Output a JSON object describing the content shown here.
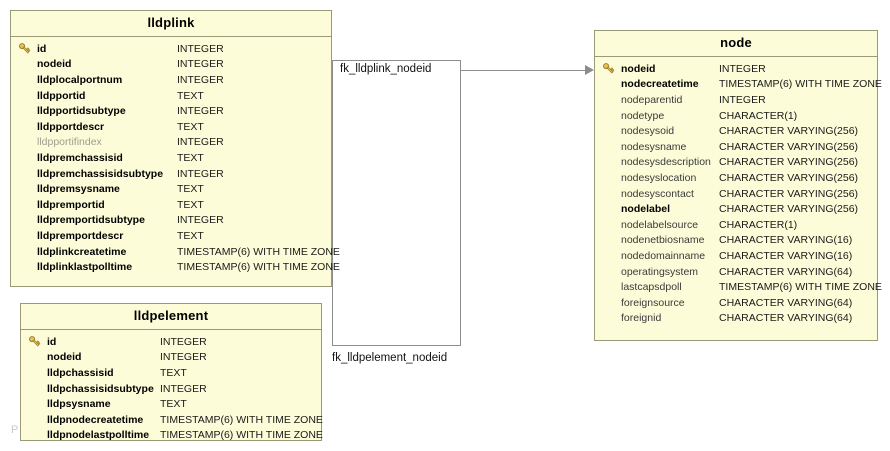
{
  "diagram": {
    "type": "entity-relationship-diagram",
    "background_color": "#ffffff",
    "entity_fill_color": "#fcfcd8",
    "entity_border_color": "#9a9a78",
    "connector_color": "#8c8c8c",
    "key_icon_color": "#c8a23c",
    "watermark_text": "P"
  },
  "entities": [
    {
      "name": "lldplink",
      "columns": [
        {
          "key": true,
          "name": "id",
          "type": "INTEGER",
          "style": "bold"
        },
        {
          "key": false,
          "name": "nodeid",
          "type": "INTEGER",
          "style": "bold"
        },
        {
          "key": false,
          "name": "lldplocalportnum",
          "type": "INTEGER",
          "style": "bold"
        },
        {
          "key": false,
          "name": "lldpportid",
          "type": "TEXT",
          "style": "bold"
        },
        {
          "key": false,
          "name": "lldpportidsubtype",
          "type": "INTEGER",
          "style": "bold"
        },
        {
          "key": false,
          "name": "lldpportdescr",
          "type": "TEXT",
          "style": "bold"
        },
        {
          "key": false,
          "name": "lldpportifindex",
          "type": "INTEGER",
          "style": "dim"
        },
        {
          "key": false,
          "name": "lldpremchassisid",
          "type": "TEXT",
          "style": "bold"
        },
        {
          "key": false,
          "name": "lldpremchassisidsubtype",
          "type": "INTEGER",
          "style": "bold"
        },
        {
          "key": false,
          "name": "lldpremsysname",
          "type": "TEXT",
          "style": "bold"
        },
        {
          "key": false,
          "name": "lldpremportid",
          "type": "TEXT",
          "style": "bold"
        },
        {
          "key": false,
          "name": "lldpremportidsubtype",
          "type": "INTEGER",
          "style": "bold"
        },
        {
          "key": false,
          "name": "lldpremportdescr",
          "type": "TEXT",
          "style": "bold"
        },
        {
          "key": false,
          "name": "lldplinkcreatetime",
          "type": "TIMESTAMP(6) WITH TIME ZONE",
          "style": "bold"
        },
        {
          "key": false,
          "name": "lldplinklastpolltime",
          "type": "TIMESTAMP(6) WITH TIME ZONE",
          "style": "bold"
        }
      ]
    },
    {
      "name": "lldpelement",
      "columns": [
        {
          "key": true,
          "name": "id",
          "type": "INTEGER",
          "style": "bold"
        },
        {
          "key": false,
          "name": "nodeid",
          "type": "INTEGER",
          "style": "bold"
        },
        {
          "key": false,
          "name": "lldpchassisid",
          "type": "TEXT",
          "style": "bold"
        },
        {
          "key": false,
          "name": "lldpchassisidsubtype",
          "type": "INTEGER",
          "style": "bold"
        },
        {
          "key": false,
          "name": "lldpsysname",
          "type": "TEXT",
          "style": "bold"
        },
        {
          "key": false,
          "name": "lldpnodecreatetime",
          "type": "TIMESTAMP(6) WITH TIME ZONE",
          "style": "bold"
        },
        {
          "key": false,
          "name": "lldpnodelastpolltime",
          "type": "TIMESTAMP(6) WITH TIME ZONE",
          "style": "bold"
        }
      ]
    },
    {
      "name": "node",
      "columns": [
        {
          "key": true,
          "name": "nodeid",
          "type": "INTEGER",
          "style": "bold"
        },
        {
          "key": false,
          "name": "nodecreatetime",
          "type": "TIMESTAMP(6) WITH TIME ZONE",
          "style": "bold"
        },
        {
          "key": false,
          "name": "nodeparentid",
          "type": "INTEGER",
          "style": "plain"
        },
        {
          "key": false,
          "name": "nodetype",
          "type": "CHARACTER(1)",
          "style": "plain"
        },
        {
          "key": false,
          "name": "nodesysoid",
          "type": "CHARACTER VARYING(256)",
          "style": "plain"
        },
        {
          "key": false,
          "name": "nodesysname",
          "type": "CHARACTER VARYING(256)",
          "style": "plain"
        },
        {
          "key": false,
          "name": "nodesysdescription",
          "type": "CHARACTER VARYING(256)",
          "style": "plain"
        },
        {
          "key": false,
          "name": "nodesyslocation",
          "type": "CHARACTER VARYING(256)",
          "style": "plain"
        },
        {
          "key": false,
          "name": "nodesyscontact",
          "type": "CHARACTER VARYING(256)",
          "style": "plain"
        },
        {
          "key": false,
          "name": "nodelabel",
          "type": "CHARACTER VARYING(256)",
          "style": "bold"
        },
        {
          "key": false,
          "name": "nodelabelsource",
          "type": "CHARACTER(1)",
          "style": "plain"
        },
        {
          "key": false,
          "name": "nodenetbiosname",
          "type": "CHARACTER VARYING(16)",
          "style": "plain"
        },
        {
          "key": false,
          "name": "nodedomainname",
          "type": "CHARACTER VARYING(16)",
          "style": "plain"
        },
        {
          "key": false,
          "name": "operatingsystem",
          "type": "CHARACTER VARYING(64)",
          "style": "plain"
        },
        {
          "key": false,
          "name": "lastcapsdpoll",
          "type": "TIMESTAMP(6) WITH TIME ZONE",
          "style": "plain"
        },
        {
          "key": false,
          "name": "foreignsource",
          "type": "CHARACTER VARYING(64)",
          "style": "plain"
        },
        {
          "key": false,
          "name": "foreignid",
          "type": "CHARACTER VARYING(64)",
          "style": "plain"
        }
      ]
    }
  ],
  "relationships": [
    {
      "label": "fk_lldplink_nodeid",
      "from": "lldplink",
      "to": "node"
    },
    {
      "label": "fk_lldpelement_nodeid",
      "from": "lldpelement",
      "to": "node"
    }
  ]
}
